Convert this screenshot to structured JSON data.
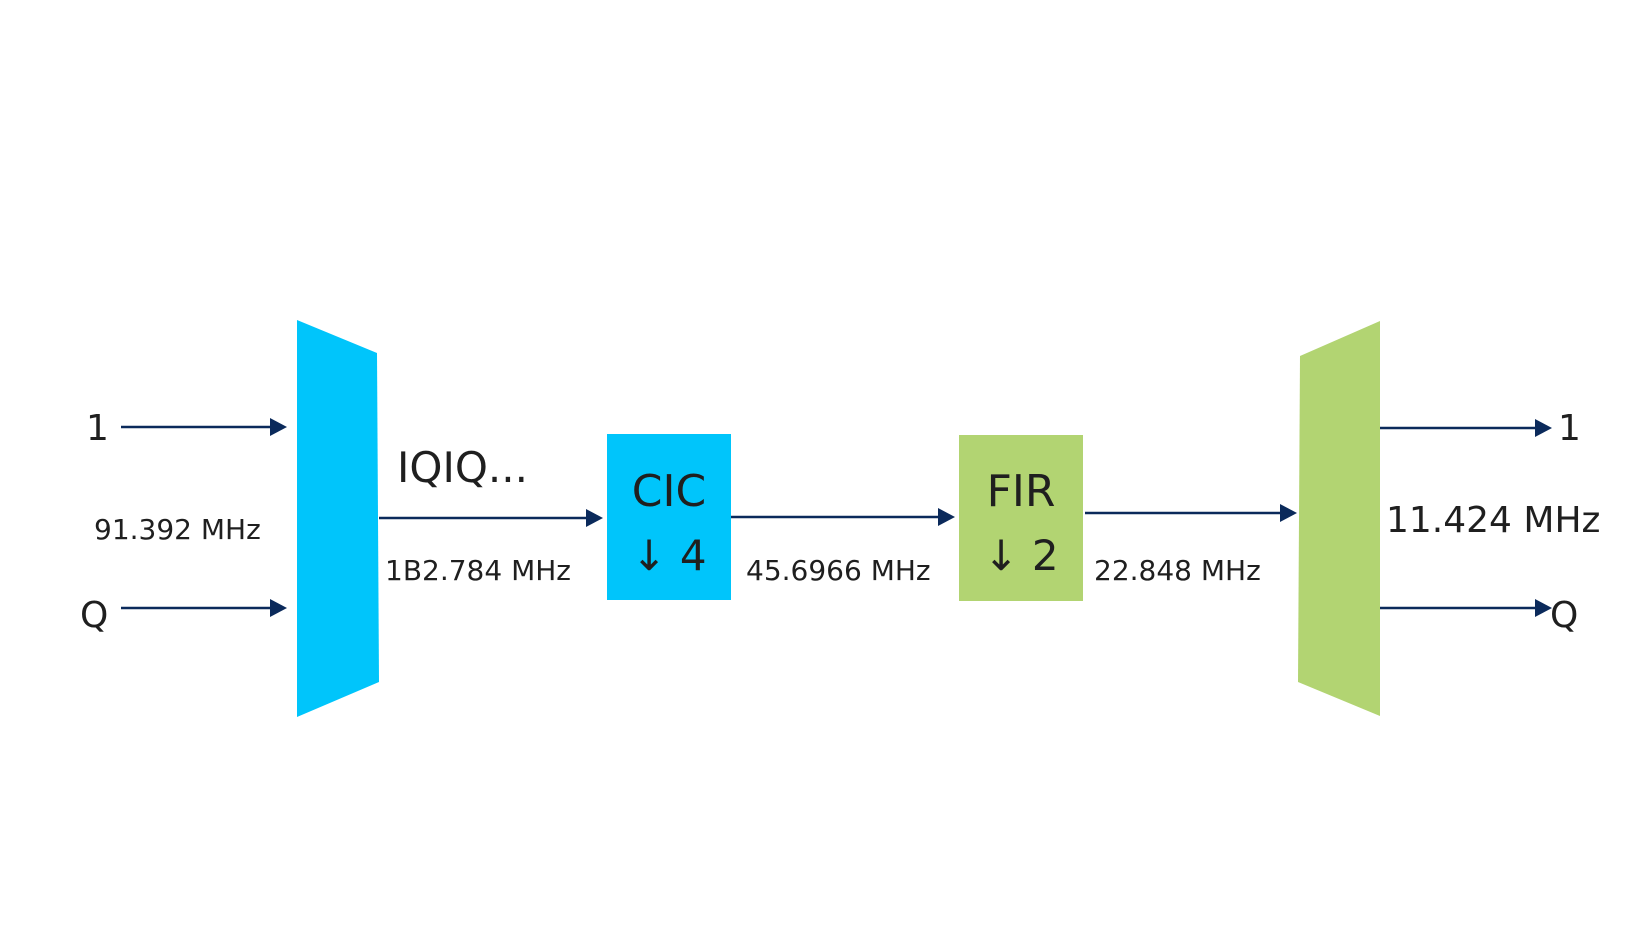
{
  "colors": {
    "mux_blue": "#00c5fb",
    "cic_blue": "#00c5fb",
    "fir_green": "#b2d472",
    "demux_green": "#b2d472",
    "arrow": "#0b2a5b",
    "text": "#1f1f1f"
  },
  "inputs": {
    "i_label": "1",
    "q_label": "Q",
    "rate": "91.392 MHz"
  },
  "interleave": {
    "sequence_label": "IQIQ...",
    "rate": "1B2.784 MHz"
  },
  "cic": {
    "name": "CIC",
    "decimation": "↓ 4"
  },
  "cic_out": {
    "rate": "45.6966 MHz"
  },
  "fir": {
    "name": "FIR",
    "decimation": "↓ 2"
  },
  "fir_out": {
    "rate": "22.848 MHz"
  },
  "outputs": {
    "i_label": "1",
    "q_label": "Q",
    "rate": "11.424 MHz"
  }
}
